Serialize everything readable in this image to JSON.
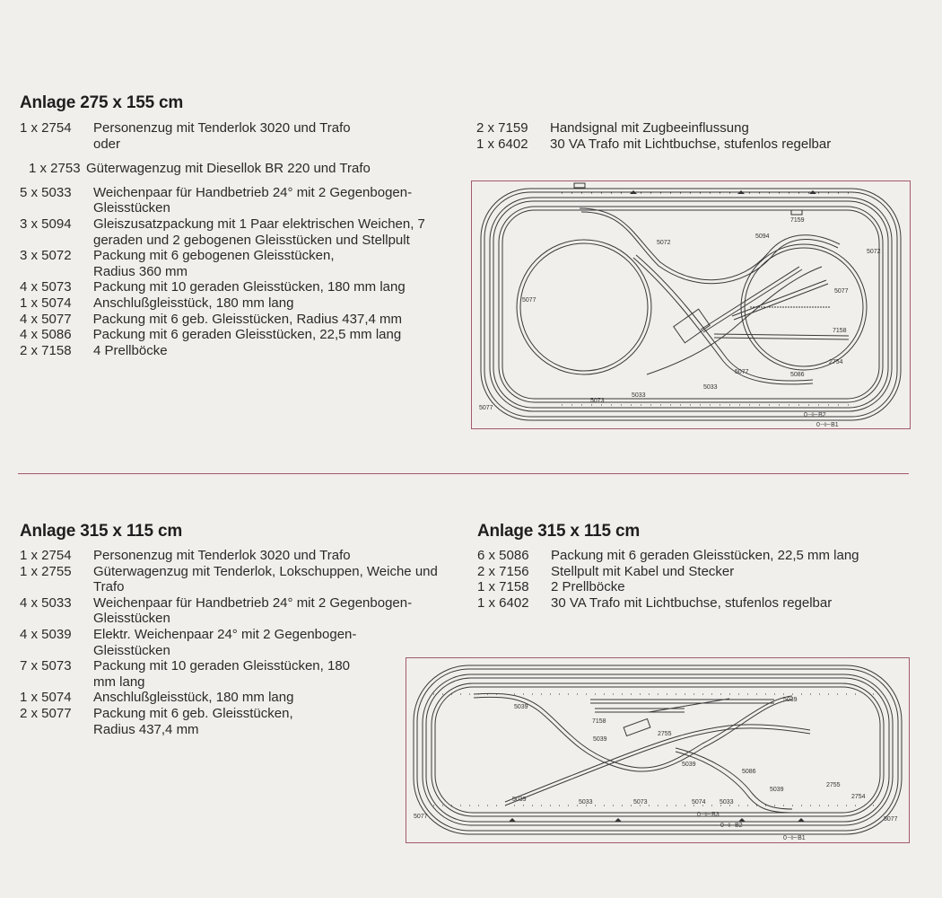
{
  "layout1": {
    "title": "Anlage 275 x 155 cm",
    "items_left": [
      {
        "code": "1 x 2754",
        "desc": "Personenzug mit Tenderlok 3020 und Trafo"
      },
      {
        "code": "",
        "desc": "oder"
      },
      {
        "code": "1 x 2753",
        "desc": "Güterwagenzug mit Diesellok BR 220 und Trafo"
      },
      {
        "code": "5 x 5033",
        "desc": "Weichenpaar für Handbetrieb 24° mit 2 Gegenbogen-Gleisstücken"
      },
      {
        "code": "3 x 5094",
        "desc": "Gleiszusatzpackung mit 1 Paar elektrischen Weichen, 7 geraden und 2 gebogenen Gleisstücken und Stellpult"
      },
      {
        "code": "3 x 5072",
        "desc": "Packung mit 6 gebogenen Gleisstücken, Radius 360 mm"
      },
      {
        "code": "4 x 5073",
        "desc": "Packung mit 10 geraden Gleisstücken, 180 mm lang"
      },
      {
        "code": "1 x 5074",
        "desc": "Anschlußgleisstück, 180 mm lang"
      },
      {
        "code": "4 x 5077",
        "desc": "Packung mit 6 geb. Gleisstücken, Radius 437,4 mm"
      },
      {
        "code": "4 x 5086",
        "desc": "Packung mit 6 geraden Gleisstücken, 22,5 mm lang"
      },
      {
        "code": "2 x 7158",
        "desc": "4 Prellböcke"
      }
    ],
    "items_right": [
      {
        "code": "2 x 7159",
        "desc": "Handsignal mit Zugbeeinflussung"
      },
      {
        "code": "1 x 6402",
        "desc": "30 VA Trafo mit Lichtbuchse, stufenlos regelbar"
      }
    ],
    "diagram_labels": {
      "t5072a": "5072",
      "t5094": "5094",
      "t5072b": "5072",
      "t7159": "7159",
      "t5077a": "5077",
      "t5077b": "5077",
      "t7158": "7158",
      "t2754": "2754",
      "t5077c": "5077",
      "t5086": "5086",
      "t5033a": "5033",
      "t5033b": "5033",
      "t5073": "5073",
      "t5077d": "5077",
      "tB2": "0⊣⊢B2",
      "tB1": "0⊣⊢B1"
    }
  },
  "layout2": {
    "title": "Anlage 315 x 115 cm",
    "items": [
      {
        "code": "1 x 2754",
        "desc": "Personenzug mit Tenderlok 3020 und Trafo"
      },
      {
        "code": "1 x 2755",
        "desc": "Güterwagenzug mit Tenderlok, Lokschuppen, Weiche und Trafo"
      },
      {
        "code": "4 x 5033",
        "desc": "Weichenpaar für Handbetrieb 24° mit 2 Gegenbogen-Gleisstücken"
      },
      {
        "code": "4 x 5039",
        "desc": "Elektr. Weichenpaar 24° mit 2 Gegenbogen-Gleisstücken"
      },
      {
        "code": "7 x 5073",
        "desc": "Packung mit 10 geraden Gleisstücken, 180 mm lang"
      },
      {
        "code": "1 x 5074",
        "desc": "Anschlußgleisstück, 180 mm lang"
      },
      {
        "code": "2 x 5077",
        "desc": "Packung mit 6 geb. Gleisstücken, Radius 437,4 mm"
      }
    ]
  },
  "layout3": {
    "title": "Anlage 315 x 115 cm",
    "items": [
      {
        "code": "6 x 5086",
        "desc": "Packung mit 6 geraden Gleisstücken, 22,5 mm lang"
      },
      {
        "code": "2 x 7156",
        "desc": "Stellpult mit Kabel und Stecker"
      },
      {
        "code": "1 x 7158",
        "desc": "2 Prellböcke"
      },
      {
        "code": "1 x 6402",
        "desc": "30 VA Trafo mit Lichtbuchse, stufenlos regelbar"
      }
    ],
    "diagram_labels": {
      "s5039a": "5039",
      "s7158": "7158",
      "s2755": "2755",
      "s5039b": "5039",
      "s5039c": "5039",
      "s5039d": "5039",
      "s5086": "5086",
      "s5039e": "5039",
      "s2755b": "2755",
      "s2754": "2754",
      "s5039f": "5039",
      "s5033a": "5033",
      "s5073": "5073",
      "s5074": "5074",
      "s5033b": "5033",
      "s5077a": "5077",
      "s5077b": "5077",
      "sB3": "0⊣⊢B3",
      "sB2": "0⊣⊢B2",
      "sB1": "0⊣⊢B1"
    }
  }
}
